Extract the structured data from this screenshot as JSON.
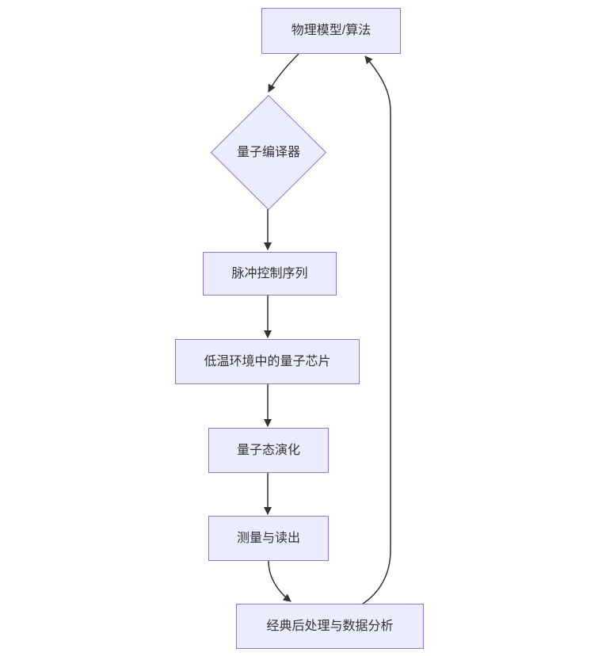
{
  "diagram": {
    "type": "flowchart",
    "direction": "top-down",
    "nodes": [
      {
        "id": "model",
        "label": "物理模型/算法",
        "shape": "rect"
      },
      {
        "id": "compiler",
        "label": "量子编译器",
        "shape": "diamond"
      },
      {
        "id": "pulse",
        "label": "脉冲控制序列",
        "shape": "rect"
      },
      {
        "id": "chip",
        "label": "低温环境中的量子芯片",
        "shape": "rect"
      },
      {
        "id": "evolution",
        "label": "量子态演化",
        "shape": "rect"
      },
      {
        "id": "measurement",
        "label": "测量与读出",
        "shape": "rect"
      },
      {
        "id": "postprocess",
        "label": "经典后处理与数据分析",
        "shape": "rect"
      }
    ],
    "edges": [
      {
        "from": "model",
        "to": "compiler"
      },
      {
        "from": "compiler",
        "to": "pulse"
      },
      {
        "from": "pulse",
        "to": "chip"
      },
      {
        "from": "chip",
        "to": "evolution"
      },
      {
        "from": "evolution",
        "to": "measurement"
      },
      {
        "from": "measurement",
        "to": "postprocess"
      },
      {
        "from": "postprocess",
        "to": "model",
        "kind": "feedback-loop"
      }
    ],
    "colors": {
      "node_fill": "#ECECFF",
      "node_border": "#9370DB",
      "text": "#333333",
      "edge": "#333333",
      "background": "#ffffff"
    }
  }
}
